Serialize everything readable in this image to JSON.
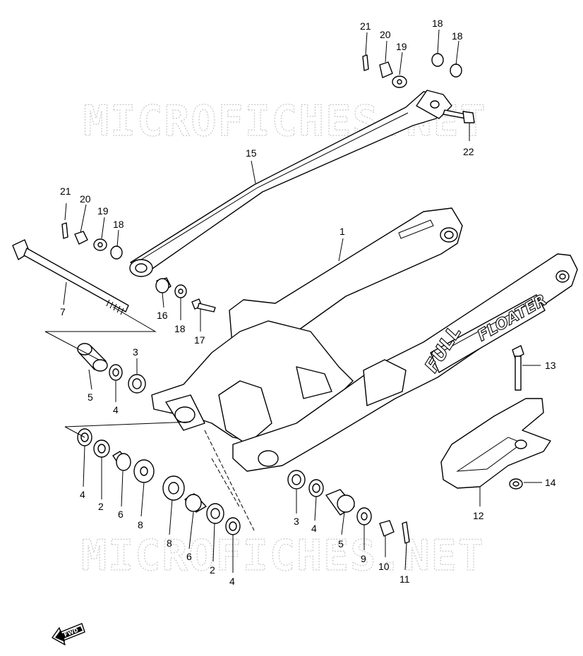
{
  "watermark": {
    "text": "MICROFICHES.NET"
  },
  "logo": {
    "text_1": "FULL",
    "text_2": "FLOATER"
  },
  "fwd_arrow": {
    "text": "FWD"
  },
  "callouts": {
    "p1": "1",
    "p2a": "2",
    "p2b": "2",
    "p3a": "3",
    "p3b": "3",
    "p4a": "4",
    "p4b": "4",
    "p4c": "4",
    "p4d": "4",
    "p5a": "5",
    "p5b": "5",
    "p6a": "6",
    "p6b": "6",
    "p7": "7",
    "p8a": "8",
    "p8b": "8",
    "p9": "9",
    "p10": "10",
    "p11": "11",
    "p12": "12",
    "p13": "13",
    "p14": "14",
    "p15": "15",
    "p16": "16",
    "p17": "17",
    "p18a": "18",
    "p18b": "18",
    "p18c": "18",
    "p19a": "19",
    "p19b": "19",
    "p20a": "20",
    "p20b": "20",
    "p21a": "21",
    "p21b": "21",
    "p22": "22"
  }
}
